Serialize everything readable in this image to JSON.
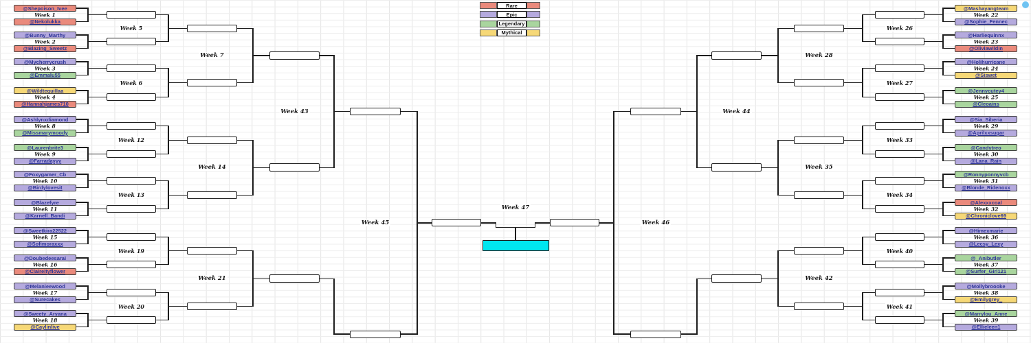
{
  "colors": {
    "link_text": "#2f3699",
    "chip_border": "#3f3f3f",
    "line": "#1d1d1d",
    "champion_fill": "#00e6f0",
    "corner_icon_fill": "#56b8f0"
  },
  "tiers": {
    "rare": {
      "fill": "#ea8a7c"
    },
    "epic": {
      "fill": "#b5aade"
    },
    "legendary": {
      "fill": "#a9d59e"
    },
    "mythical": {
      "fill": "#f6d877"
    }
  },
  "legend": {
    "items": [
      {
        "label": "Rare",
        "tier": "rare"
      },
      {
        "label": "Epic",
        "tier": "epic"
      },
      {
        "label": "Legendary",
        "tier": "legendary"
      },
      {
        "label": "Mythical",
        "tier": "mythical"
      }
    ]
  },
  "icons": {
    "corner": "blue-dot-icon"
  },
  "final_label": "Week 47",
  "left": {
    "round1": [
      {
        "week": "Week 1",
        "players": [
          {
            "name": "@Shepoison_Ivee",
            "tier": "rare"
          },
          {
            "name": "@Nekolukka",
            "tier": "rare"
          }
        ]
      },
      {
        "week": "Week 2",
        "players": [
          {
            "name": "@Bunny_Marthy",
            "tier": "epic"
          },
          {
            "name": "@Blazing_Sweetz",
            "tier": "rare"
          }
        ]
      },
      {
        "week": "Week 3",
        "players": [
          {
            "name": "@Mycherrycrush",
            "tier": "epic"
          },
          {
            "name": "@Emmalu55",
            "tier": "legendary"
          }
        ]
      },
      {
        "week": "Week 4",
        "players": [
          {
            "name": "@Wildtequillaa",
            "tier": "mythical"
          },
          {
            "name": "@Hannahjames710",
            "tier": "rare"
          }
        ]
      },
      {
        "week": "Week 8",
        "players": [
          {
            "name": "@Ashlynxdiamond",
            "tier": "epic"
          },
          {
            "name": "@Missmarymoody",
            "tier": "legendary"
          }
        ]
      },
      {
        "week": "Week 9",
        "players": [
          {
            "name": "@Laurenbrite3",
            "tier": "legendary"
          },
          {
            "name": "@Farradayyy",
            "tier": "epic"
          }
        ]
      },
      {
        "week": "Week 10",
        "players": [
          {
            "name": "@Foxygamer_Cb",
            "tier": "epic"
          },
          {
            "name": "@Birdylovesit",
            "tier": "epic"
          }
        ]
      },
      {
        "week": "Week 11",
        "players": [
          {
            "name": "@Blazefyre",
            "tier": "epic"
          },
          {
            "name": "@Karnell_Bandi",
            "tier": "epic"
          }
        ]
      },
      {
        "week": "Week 15",
        "players": [
          {
            "name": "@Sweetkira22522",
            "tier": "epic"
          },
          {
            "name": "@Sofimoraxxx",
            "tier": "epic"
          }
        ]
      },
      {
        "week": "Week 16",
        "players": [
          {
            "name": "@Doubedeesarai",
            "tier": "epic"
          },
          {
            "name": "@Claireityflower",
            "tier": "rare"
          }
        ]
      },
      {
        "week": "Week 17",
        "players": [
          {
            "name": "@Melanieewood",
            "tier": "epic"
          },
          {
            "name": "@Surecakes",
            "tier": "epic"
          }
        ]
      },
      {
        "week": "Week 18",
        "players": [
          {
            "name": "@Sweety_Aryana",
            "tier": "epic"
          },
          {
            "name": "@Caylinlive",
            "tier": "mythical"
          }
        ]
      }
    ],
    "round2_labels": [
      "Week 5",
      "Week 6",
      "Week 12",
      "Week 13",
      "Week 19",
      "Week 20"
    ],
    "round3_labels": [
      "Week 7",
      "Week 14",
      "Week 21"
    ],
    "semi_label": "Week 43",
    "qualifier_label": "Week 45"
  },
  "right": {
    "round1": [
      {
        "week": "Week 22",
        "players": [
          {
            "name": "@Mashayangteam",
            "tier": "mythical"
          },
          {
            "name": "@Sophie_Fennec",
            "tier": "epic"
          }
        ]
      },
      {
        "week": "Week 23",
        "players": [
          {
            "name": "@Harliequinnx",
            "tier": "epic"
          },
          {
            "name": "@Oliviawildin",
            "tier": "rare"
          }
        ]
      },
      {
        "week": "Week 24",
        "players": [
          {
            "name": "@Holihurricane",
            "tier": "epic"
          },
          {
            "name": "@Siswet",
            "tier": "mythical"
          }
        ]
      },
      {
        "week": "Week 25",
        "players": [
          {
            "name": "@Jennycutey4",
            "tier": "legendary"
          },
          {
            "name": "@Cleoains",
            "tier": "legendary"
          }
        ]
      },
      {
        "week": "Week 29",
        "players": [
          {
            "name": "@Sia_Siberia",
            "tier": "epic"
          },
          {
            "name": "@Aprilxxsugar",
            "tier": "epic"
          }
        ]
      },
      {
        "week": "Week 30",
        "players": [
          {
            "name": "@Candytreo",
            "tier": "legendary"
          },
          {
            "name": "@Lana_Rain",
            "tier": "epic"
          }
        ]
      },
      {
        "week": "Week 31",
        "players": [
          {
            "name": "@Ronnyponnyvcb",
            "tier": "legendary"
          },
          {
            "name": "@Blonde_Ridenoxx",
            "tier": "epic"
          }
        ]
      },
      {
        "week": "Week 32",
        "players": [
          {
            "name": "@Alexxxcoal",
            "tier": "rare"
          },
          {
            "name": "@Chroniclove69",
            "tier": "mythical"
          }
        ]
      },
      {
        "week": "Week 36",
        "players": [
          {
            "name": "@Himexmarie",
            "tier": "epic"
          },
          {
            "name": "@Lecsy_Lexy",
            "tier": "epic"
          }
        ]
      },
      {
        "week": "Week 37",
        "players": [
          {
            "name": "@_Anibutler",
            "tier": "legendary"
          },
          {
            "name": "@Surfer_Girl121",
            "tier": "legendary"
          }
        ]
      },
      {
        "week": "Week 38",
        "players": [
          {
            "name": "@Mollybroooke",
            "tier": "epic"
          },
          {
            "name": "@Emilygrey_",
            "tier": "mythical"
          }
        ]
      },
      {
        "week": "Week 39",
        "players": [
          {
            "name": "@Marrylou_Anne",
            "tier": "legendary"
          },
          {
            "name": "@Ellieleen1",
            "tier": "epic"
          }
        ]
      }
    ],
    "round2_labels": [
      "Week 26",
      "Week 27",
      "Week 33",
      "Week 34",
      "Week 40",
      "Week 41"
    ],
    "round3_labels": [
      "Week 28",
      "Week 35",
      "Week 42"
    ],
    "semi_label": "Week 44",
    "qualifier_label": "Week 46"
  }
}
